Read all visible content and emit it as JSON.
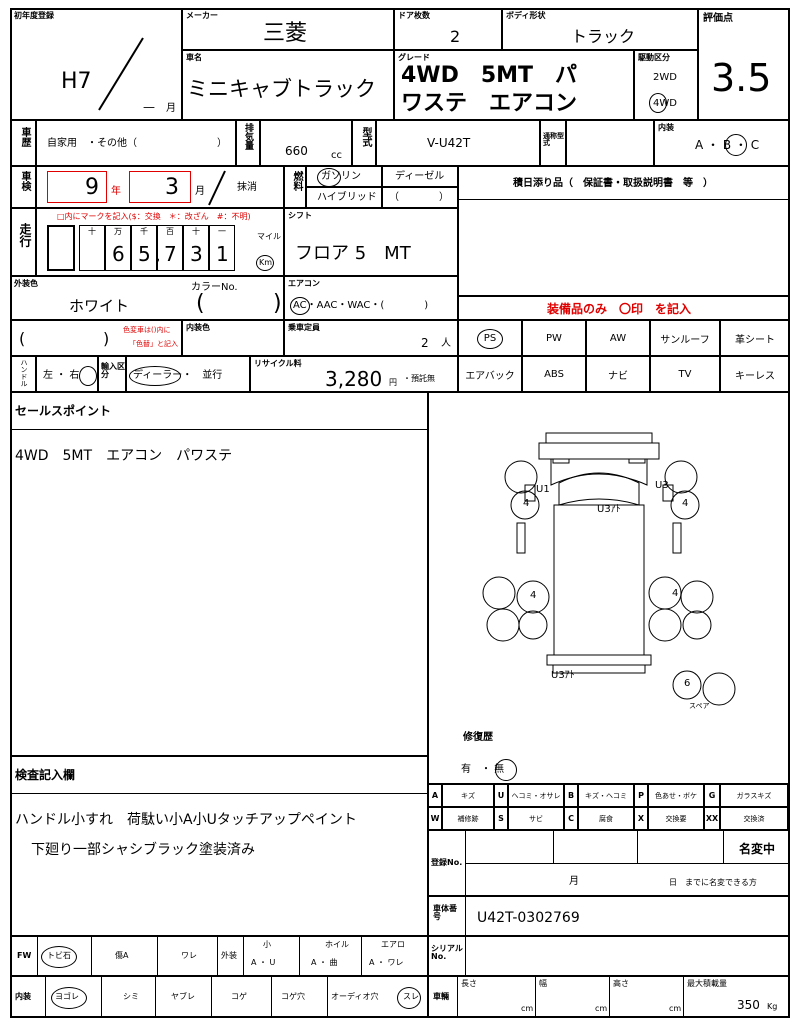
{
  "header": {
    "first_reg_label": "初年度登録",
    "first_reg_value": "H7",
    "first_reg_month_suffix": "月",
    "maker_label": "メーカー",
    "maker_value": "三菱",
    "doors_label": "ドア枚数",
    "doors_value": "2",
    "body_label": "ボディ形状",
    "body_value": "トラック",
    "score_label": "評価点",
    "score_value": "3.5",
    "name_label": "車名",
    "name_value": "ミニキャブトラック",
    "grade_label": "グレード",
    "grade_line1": "4WD　5MT　パ",
    "grade_line2": "ワステ　エアコン",
    "drive_label": "駆動区分",
    "drive_2wd": "2WD",
    "drive_4wd": "4WD"
  },
  "row2": {
    "history_label": "車歴",
    "history_value": "自家用　・その他（　　　　　　　　）",
    "displacement_label": "排気量",
    "displacement_value": "660",
    "displacement_unit": "cc",
    "model_label": "型式",
    "model_value": "V-U42T",
    "common_model_label": "通称型式",
    "interior_label": "内装",
    "interior_value": "A ・ B ・ C"
  },
  "inspection": {
    "label": "車検",
    "year": "9",
    "year_suffix": "年",
    "month": "3",
    "month_suffix": "月",
    "cancel": "抹消",
    "fuel_label": "燃料",
    "fuel_gas": "ガソリン",
    "fuel_diesel": "ディーゼル",
    "fuel_hybrid": "ハイブリッド",
    "fuel_other": "（　　　　）",
    "docs_label": "積日添り品（　保証書・取扱説明書　等　）"
  },
  "mileage": {
    "label": "走行",
    "note": "□内にマークを記入($：交換　＊：改ざん　#：不明)",
    "unit_labels": [
      "十",
      "万",
      "千",
      "百",
      "十",
      "一"
    ],
    "digits": [
      "",
      "6",
      "5",
      "7",
      "3",
      "1"
    ],
    "sep": ",",
    "unit_mile": "マイル",
    "unit_km": "Km",
    "shift_label": "シフト",
    "shift_value": "フロア 5　MT"
  },
  "color": {
    "exterior_label": "外装色",
    "exterior_value": "ホワイト",
    "color_no_label": "カラーNo.",
    "aircon_label": "エアコン",
    "aircon_value": "AC・AAC・WAC・(　　　　)",
    "equip_title": "装備品のみ　〇印　を記入",
    "interior_color_label": "内装色",
    "red_note1": "色変車は()内に",
    "red_note2": "「色替」と記入",
    "capacity_label": "乗車定員",
    "capacity_value": "2",
    "capacity_unit": "人"
  },
  "equipment": {
    "row1": [
      "PS",
      "PW",
      "AW",
      "サンルーフ",
      "革シート"
    ],
    "row2": [
      "エアバック",
      "ABS",
      "ナビ",
      "TV",
      "キーレス"
    ]
  },
  "handle": {
    "label": "ハンドル",
    "value": "左 ・ 右",
    "import_label": "輸入区分",
    "import_value": "ディーラー・　並行",
    "recycle_label": "リサイクル料",
    "recycle_value": "3,280",
    "recycle_unit": "円",
    "recycle_deposit": "・預託無"
  },
  "sales": {
    "title": "セールスポイント",
    "text": "4WD　5MT　エアコン　パワステ"
  },
  "diagram": {
    "labels": [
      "U1",
      "U3",
      "U3ｱﾄ",
      "U3ｱﾄ",
      "4",
      "4",
      "4",
      "4",
      "6",
      "スペア"
    ],
    "repair_label": "修復歴",
    "repair_value": "有　・ 無"
  },
  "check": {
    "title": "検査記入欄",
    "line1": "ハンドル小すれ　荷駄い小A小Uタッチアップペイント",
    "line2": "下廻り一部シャシブラック塗装済み"
  },
  "legend": {
    "row1": [
      [
        "A",
        "キズ"
      ],
      [
        "U",
        "ヘコミ・オサレ"
      ],
      [
        "B",
        "キズ・ヘコミ"
      ],
      [
        "P",
        "色あせ・ボケ"
      ],
      [
        "G",
        "ガラスキズ"
      ]
    ],
    "row2": [
      [
        "W",
        "補修跡"
      ],
      [
        "S",
        "サビ"
      ],
      [
        "C",
        "腐食"
      ],
      [
        "X",
        "交換要"
      ],
      [
        "XX",
        "交換済"
      ]
    ]
  },
  "registration": {
    "reg_no_label": "登録No.",
    "name_change": "名変中",
    "month": "月",
    "day_suffix": "日　までに名変できる方",
    "chassis_label": "車体番号",
    "chassis_value": "U42T-0302769",
    "serial_label": "シリアルNo."
  },
  "bottom": {
    "fw_label": "FW",
    "fw_items": [
      "トビ石",
      "傷A",
      "ワレ"
    ],
    "ext_label": "外装",
    "small_label": "小",
    "small_value": "A ・ U",
    "wheel_label": "ホイル",
    "wheel_value": "A ・ 曲",
    "aero_label": "エアロ",
    "aero_value": "A ・ ワレ",
    "int_label": "内装",
    "int_items": [
      "ヨゴレ",
      "シミ",
      "ヤブレ",
      "コゲ",
      "コゲ穴",
      "オーディオ穴",
      "スレ"
    ],
    "dims_label": "車輛",
    "length_label": "長さ",
    "width_label": "幅",
    "height_label": "高さ",
    "cm": "cm",
    "max_load_label": "最大積載量",
    "max_load_value": "350",
    "max_load_unit": "Kg"
  }
}
